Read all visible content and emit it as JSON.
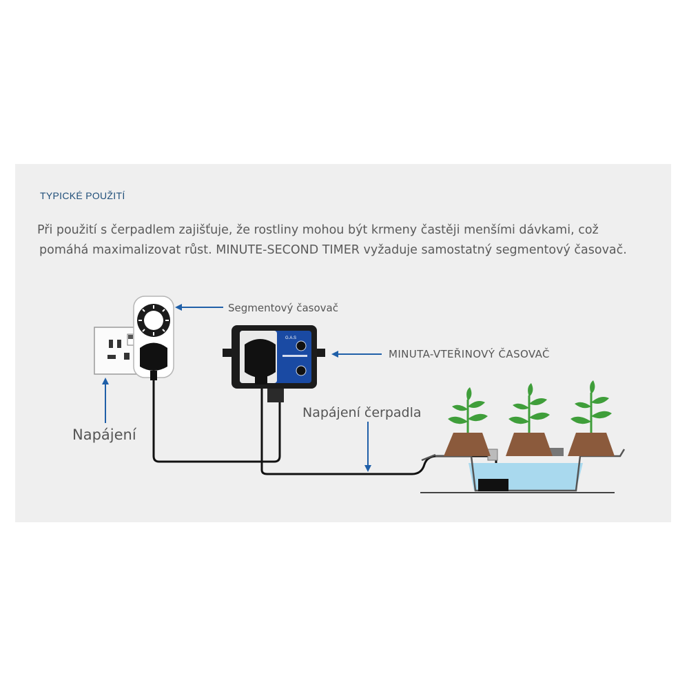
{
  "section": {
    "heading": "TYPICKÉ POUŽITÍ",
    "description_line1": "Při použití s čerpadlem zajišťuje, že rostliny mohou být krmeny častěji menšími dávkami, což",
    "description_line2": "pomáhá maximalizovat růst. MINUTE-SECOND TIMER vyžaduje samostatný segmentový časovač."
  },
  "diagram": {
    "labels": {
      "segment_timer": "Segmentový časovač",
      "minute_second_timer": "MINUTA-VTEŘINOVÝ ČASOVAČ",
      "pump_power": "Napájení čerpadla",
      "power": "Napájení"
    },
    "device_panel_text": "G.A.S",
    "colors": {
      "panel_background": "#efefef",
      "heading": "#1f4e79",
      "arrow": "#1f5fa8",
      "timer_faceplate": "#1a4aa3",
      "water": "#a9d9ee",
      "pot": "#8b5a3c",
      "leaf": "#3f9e3a"
    }
  }
}
